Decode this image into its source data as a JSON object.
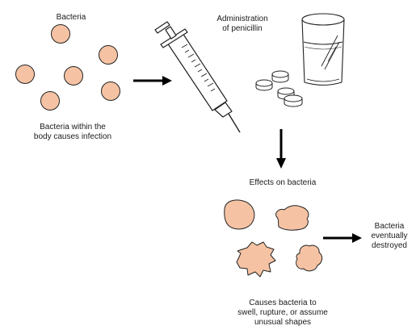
{
  "labels": {
    "bacteria": "Bacteria",
    "infection": [
      "Bacteria within the",
      "body causes infection"
    ],
    "administration": [
      "Administration",
      "of penicillin"
    ],
    "effects": "Effects on bacteria",
    "destroyed": [
      "Bacteria",
      "eventually",
      "destroyed"
    ],
    "causes": [
      "Causes bacteria to",
      "swell, rupture, or assume",
      "unusual shapes"
    ]
  },
  "colors": {
    "bacteria_fill": "#f5c3a4",
    "stroke": "#222222",
    "arrow": "#000000"
  },
  "icons": [
    "syringe-icon",
    "pill-icon",
    "water-glass-icon",
    "arrow-right-icon",
    "arrow-down-icon"
  ]
}
